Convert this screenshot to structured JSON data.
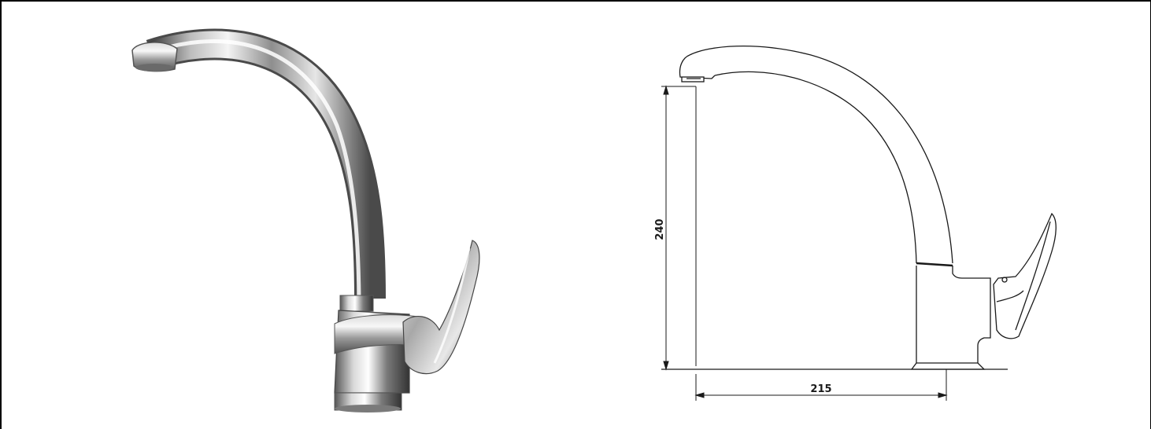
{
  "figure": {
    "photo": {
      "icon": "chrome-kitchen-faucet-photo"
    },
    "drawing": {
      "icon": "faucet-line-drawing",
      "dimensions": {
        "height_label": "240",
        "reach_label": "215"
      }
    }
  }
}
